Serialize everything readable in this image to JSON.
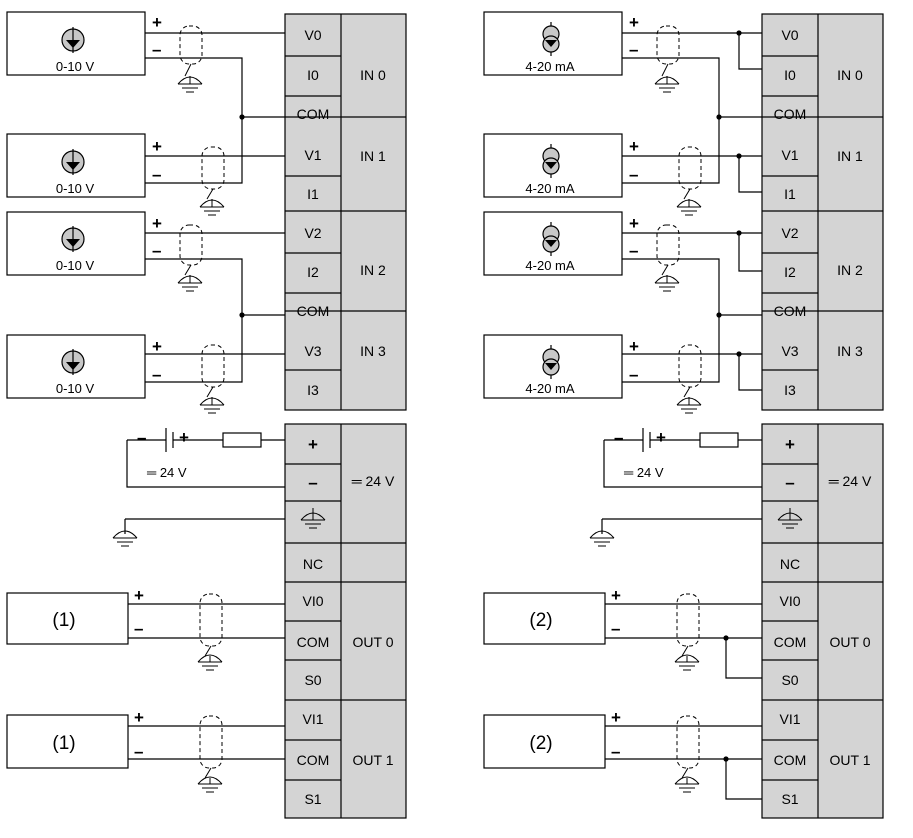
{
  "left": {
    "inputs": {
      "pins": [
        "V0",
        "I0",
        "COM",
        "V1",
        "I1",
        "V2",
        "I2",
        "COM",
        "V3",
        "I3"
      ],
      "groups": [
        "IN 0",
        "IN 1",
        "IN 2",
        "IN 3"
      ],
      "sensor_label": "0-10 V",
      "sensor_icon": "voltage-source-icon"
    },
    "outputs": {
      "pins": [
        "+",
        "–",
        "",
        "NC",
        "VI0",
        "COM",
        "S0",
        "VI1",
        "COM",
        "S1"
      ],
      "groups": [
        "═ 24 V",
        "OUT 0",
        "OUT 1"
      ],
      "actuator_label": "(1)",
      "supply_label": "═ 24 V"
    }
  },
  "right": {
    "inputs": {
      "pins": [
        "V0",
        "I0",
        "COM",
        "V1",
        "I1",
        "V2",
        "I2",
        "COM",
        "V3",
        "I3"
      ],
      "groups": [
        "IN 0",
        "IN 1",
        "IN 2",
        "IN 3"
      ],
      "sensor_label": "4-20 mA",
      "sensor_icon": "current-source-icon"
    },
    "outputs": {
      "pins": [
        "+",
        "–",
        "",
        "NC",
        "VI0",
        "COM",
        "S0",
        "VI1",
        "COM",
        "S1"
      ],
      "groups": [
        "═ 24 V",
        "OUT 0",
        "OUT 1"
      ],
      "actuator_label": "(2)",
      "supply_label": "═ 24 V"
    }
  },
  "signs": {
    "plus": "+",
    "minus": "–"
  }
}
